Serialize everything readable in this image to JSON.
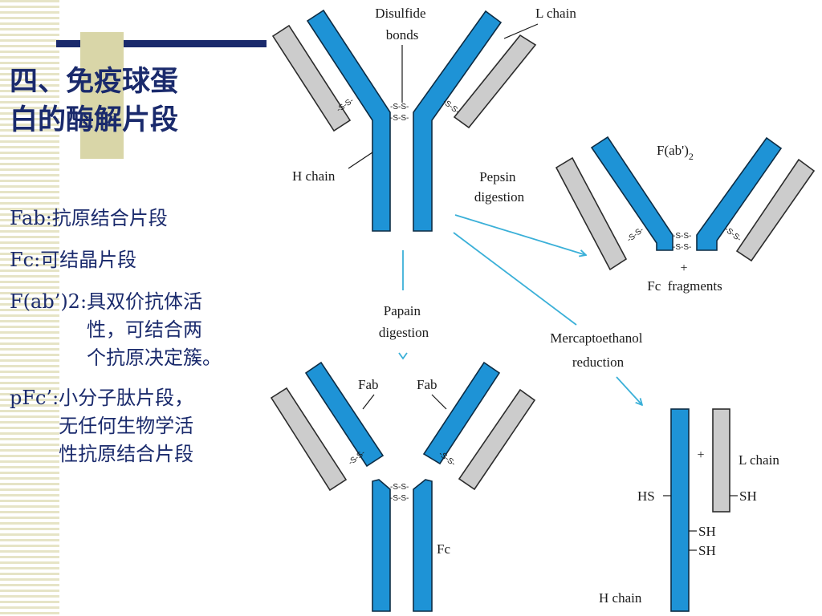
{
  "slide": {
    "title_lines": [
      "四、免疫球蛋",
      "白的酶解片段"
    ],
    "notes": [
      {
        "term": "Fab:",
        "desc": [
          "抗原结合片段"
        ]
      },
      {
        "term": "Fc:",
        "desc": [
          "可结晶片段"
        ]
      },
      {
        "term": "F(ab’)2:",
        "desc": [
          "具双价抗体活",
          "性，可结合两",
          "个抗原决定簇。"
        ]
      },
      {
        "term": "pFc’:",
        "desc": [
          "小分子肽片段，",
          "无任何生物学活",
          "性抗原结合片段"
        ]
      }
    ]
  },
  "diagram": {
    "colors": {
      "heavy_chain": "#1e93d6",
      "light_chain": "#cccccc",
      "arrow": "#3bb0d8",
      "outline": "#0d2c44"
    },
    "intact": {
      "disulfide_label": [
        "Disulfide",
        "bonds"
      ],
      "l_chain_label": "L chain",
      "h_chain_label": "H chain",
      "ss_marks": [
        "-S-S-",
        "-S-S-",
        "-S-S-",
        "-S-S-"
      ]
    },
    "pepsin": {
      "step_label": [
        "Pepsin",
        "digestion"
      ],
      "product_label": "F(ab')",
      "product_subscript": "2",
      "plus": "+",
      "fc_fragments_label": "Fc  fragments",
      "ss_marks": [
        "-S-S-",
        "-S-S-",
        "-S-S-",
        "-S-S-"
      ]
    },
    "papain": {
      "step_label": [
        "Papain",
        "digestion"
      ],
      "fab_left": "Fab",
      "fab_right": "Fab",
      "fc_label": "Fc",
      "ss_marks": [
        "-S-S-",
        "-S-S-",
        "-S-S-",
        "-S-S-"
      ]
    },
    "mercapto": {
      "step_label": [
        "Mercaptoethanol",
        "reduction"
      ],
      "plus": "+",
      "l_chain_label": "L chain",
      "hs_label": "HS",
      "sh_labels": [
        "SH",
        "SH",
        "SH"
      ],
      "h_chain_label": "H chain"
    }
  }
}
